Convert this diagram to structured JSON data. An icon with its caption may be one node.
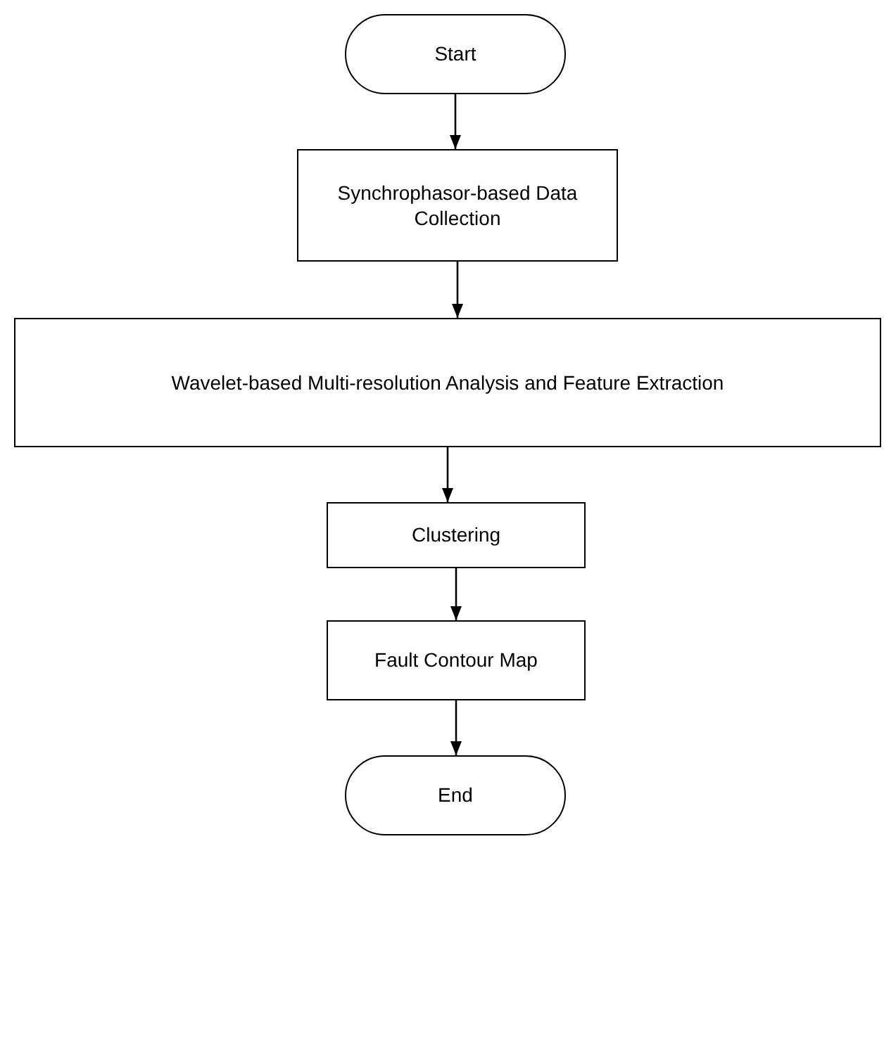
{
  "diagram": {
    "nodes": [
      {
        "text": [
          "Start"
        ]
      },
      {
        "text": [
          "Synchrophasor-based Data Collection"
        ]
      },
      {
        "text": [
          "Wavelet-based Multi-resolution Analysis and Feature Extraction"
        ]
      },
      {
        "text": [
          "Clustering"
        ]
      },
      {
        "text": [
          "Fault Contour Map"
        ]
      },
      {
        "text": [
          "End"
        ]
      }
    ],
    "edges": [
      {
        "from": 0,
        "to": 1,
        "arrow": "to"
      },
      {
        "from": 1,
        "to": 2,
        "arrow": "to"
      },
      {
        "from": 2,
        "to": 3,
        "arrow": "to"
      },
      {
        "from": 3,
        "to": 4,
        "arrow": "to"
      },
      {
        "from": 4,
        "to": 5,
        "arrow": "to"
      }
    ]
  }
}
